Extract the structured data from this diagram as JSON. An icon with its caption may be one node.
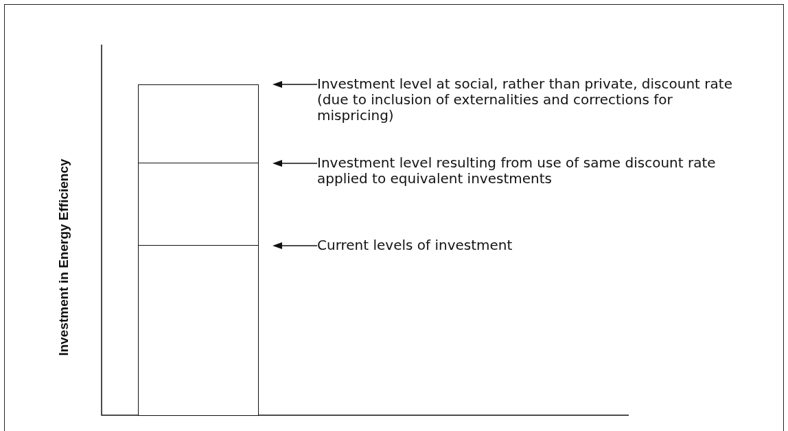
{
  "diagram": {
    "nodes": [
      {
        "text": [],
        "shape": "bar"
      },
      {
        "text": [],
        "shape": "bar"
      },
      {
        "text": [],
        "shape": "bar"
      },
      {
        "text": [
          "Investment level at social, rather than private, discount rate (due to inclusion of externalities and corrections for mispricing)"
        ]
      },
      {
        "text": [
          "Investment level resulting from use of same discount rate applied to equivalent investments"
        ]
      },
      {
        "text": [
          "Current levels of investment"
        ]
      }
    ],
    "edges": [
      {
        "from": 3,
        "to": 0,
        "arrow": "to"
      },
      {
        "from": 4,
        "to": 1,
        "arrow": "to"
      },
      {
        "from": 5,
        "to": 2,
        "arrow": "to"
      }
    ],
    "labels": [
      "Investment in Energy Efficiency"
    ]
  }
}
